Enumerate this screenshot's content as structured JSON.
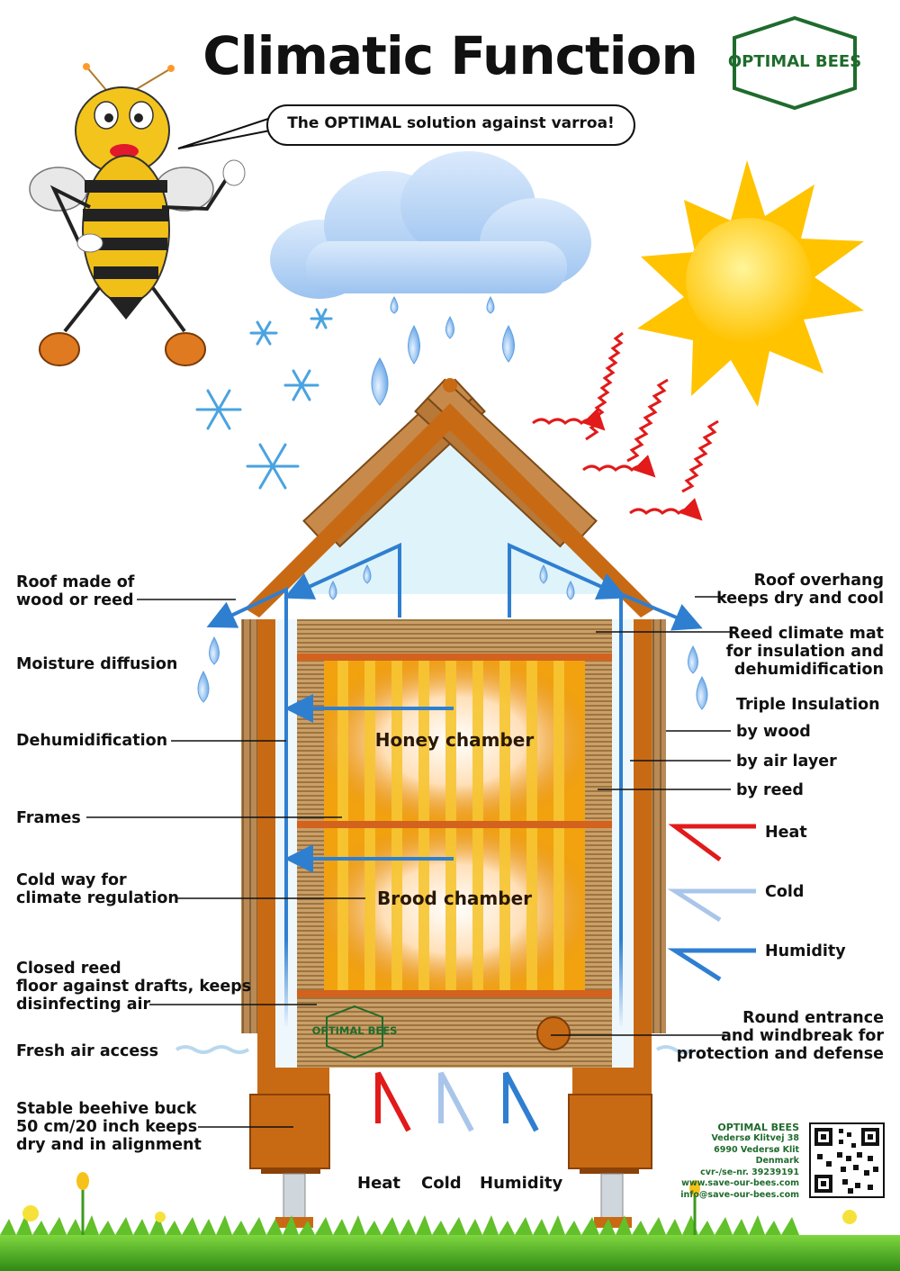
{
  "header": {
    "title": "Climatic Function",
    "logo_text": "OPTIMAL BEES",
    "speech": "The OPTIMAL solution against varroa!"
  },
  "labels_left": {
    "roof": "Roof made of\nwood or reed",
    "moisture": "Moisture diffusion",
    "dehumid": "Dehumidification",
    "frames": "Frames",
    "coldway": "Cold way for\nclimate regulation",
    "floor": "Closed reed\nfloor against drafts, keeps\ndisinfecting air",
    "fresh_air": "Fresh air access",
    "buck": "Stable beehive buck\n50 cm/20 inch keeps\ndry and in alignment"
  },
  "labels_right": {
    "overhang": "Roof overhang\nkeeps dry and cool",
    "reed_mat": "Reed climate mat\nfor insulation and\ndehumidification",
    "triple": "Triple Insulation",
    "by_wood": "by wood",
    "by_air": "by air layer",
    "by_reed": "by reed",
    "heat": "Heat",
    "cold": "Cold",
    "humidity": "Humidity",
    "entrance": "Round entrance\nand windbreak for\nprotection and defense"
  },
  "hive": {
    "honey": "Honey chamber",
    "brood": "Brood chamber",
    "brand": "OPTIMAL BEES"
  },
  "bottom_legend": {
    "heat": "Heat",
    "cold": "Cold",
    "humidity": "Humidity"
  },
  "contact": {
    "name": "OPTIMAL BEES",
    "address1": "Vedersø Klitvej 38",
    "address2": "6990 Vedersø Klit",
    "country": "Denmark",
    "cvr": "cvr-/se-nr. 39239191",
    "web": "www.save-our-bees.com",
    "email": "info@save-our-bees.com"
  },
  "colors": {
    "heat": "#e21a1a",
    "cold": "#c8daf0",
    "humidity": "#2f7fd0",
    "wood": "#c86a14",
    "brand_green": "#1f6b2c"
  }
}
